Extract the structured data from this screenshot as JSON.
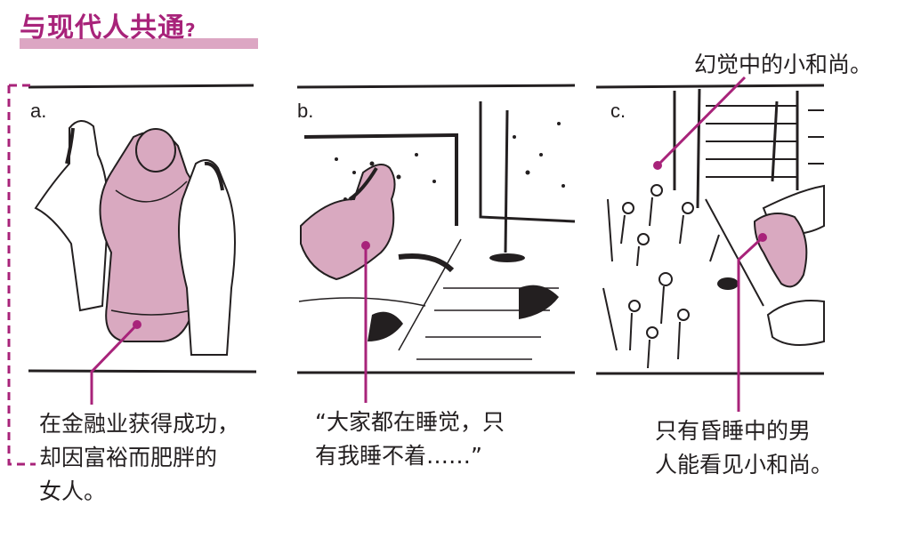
{
  "header": {
    "title": "与现代人共通",
    "title_suffix": "?"
  },
  "colors": {
    "accent": "#a8237a",
    "highlight_bar": "#dca6c3",
    "figure_fill": "#d9a9c0",
    "ink": "#231f20"
  },
  "panels": [
    {
      "letter": "a.",
      "caption_lines": [
        "在金融业获得成功，",
        "却因富裕而肥胖的",
        "女人。"
      ]
    },
    {
      "letter": "b.",
      "caption_lines": [
        "“大家都在睡觉，只",
        "有我睡不着……”"
      ]
    },
    {
      "letter": "c.",
      "top_label": "幻觉中的小和尚。",
      "caption_lines": [
        "只有昏睡中的男",
        "人能看见小和尚。"
      ]
    }
  ]
}
